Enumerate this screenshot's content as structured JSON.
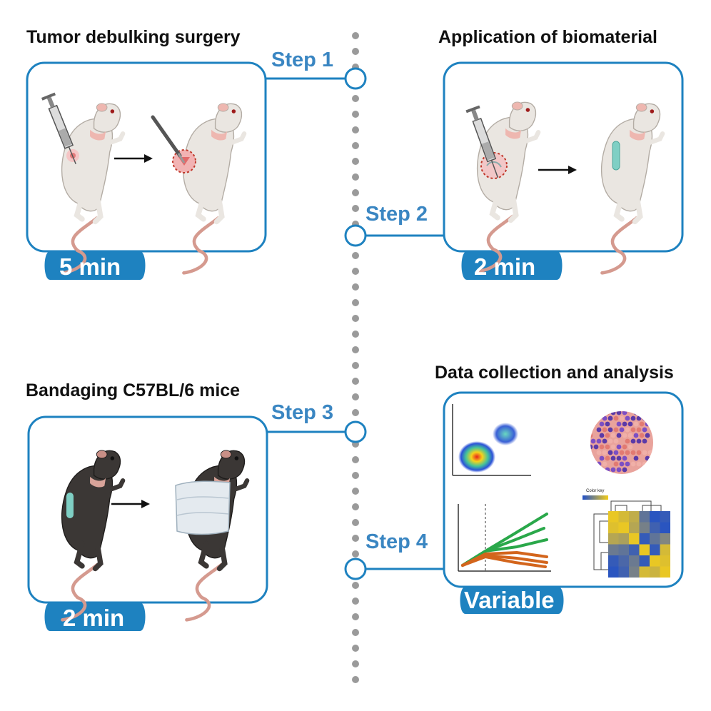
{
  "steps": [
    {
      "title": "Tumor debulking surgery",
      "label": "Step 1",
      "time": "5 min"
    },
    {
      "title": "Application of biomaterial",
      "label": "Step 2",
      "time": "2 min"
    },
    {
      "title": "Bandaging C57BL/6 mice",
      "label": "Step 3",
      "time": "2 min"
    },
    {
      "title": "Data collection and analysis",
      "label": "Step 4",
      "time": "Variable"
    }
  ],
  "heatmap_key_label": "Color key",
  "colors": {
    "accent": "#1e82c0",
    "timeline_dot": "#9a9a9a",
    "mouse_white": "#eae6e1",
    "mouse_black": "#3b3735",
    "tail": "#d59a8f",
    "bandage": "#e4eaef",
    "implant": "#7fcfc4"
  },
  "icons": [
    "syringe-icon",
    "scalpel-icon",
    "arrow-icon",
    "mouse-icon",
    "bandage-icon",
    "flow-cytometry-plot-icon",
    "spatial-map-icon",
    "growth-curve-icon",
    "heatmap-icon"
  ]
}
